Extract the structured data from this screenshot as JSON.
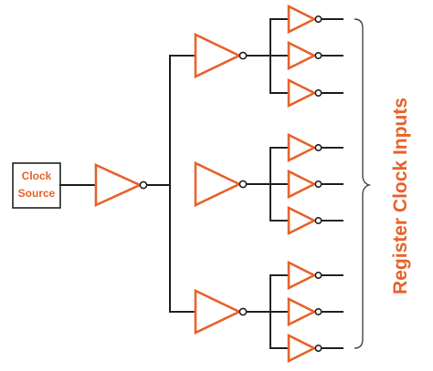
{
  "diagram": {
    "source_label_line1": "Clock",
    "source_label_line2": "Source",
    "side_label": "Register Clock Inputs",
    "gate_type": "buffer-triangle-with-inversion-bubble",
    "stage_counts": [
      1,
      3,
      9
    ]
  },
  "colors": {
    "accent": "#E8622A",
    "wire": "#222222",
    "background": "#FFFFFF"
  }
}
